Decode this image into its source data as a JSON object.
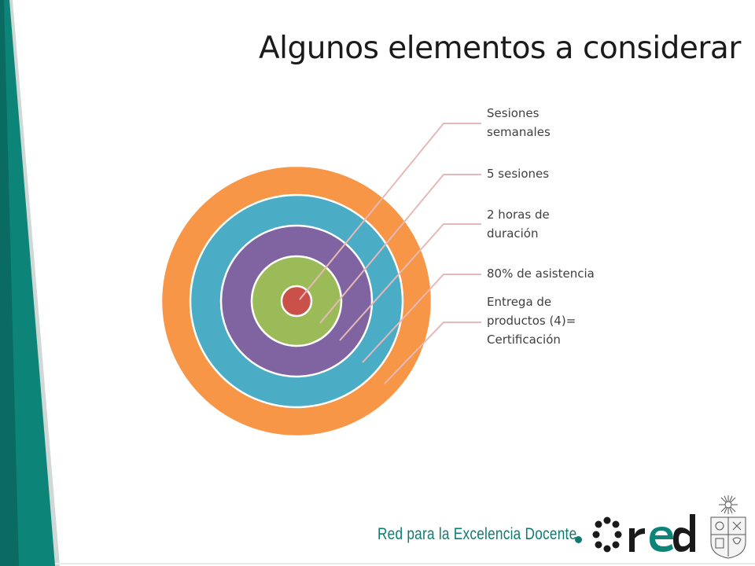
{
  "slide": {
    "title": "Algunos elementos a considerar"
  },
  "diagram": {
    "type": "nested-target",
    "rings": [
      {
        "label_lines": [
          "Sesiones",
          "semanales"
        ],
        "color": "#c9514a"
      },
      {
        "label_lines": [
          "5 sesiones"
        ],
        "color": "#9bbb59"
      },
      {
        "label_lines": [
          "2 horas de",
          "duración"
        ],
        "color": "#8064a2"
      },
      {
        "label_lines": [
          "80% de asistencia"
        ],
        "color": "#4bacc6"
      },
      {
        "label_lines": [
          "Entrega de",
          "productos (4)=",
          "Certificación"
        ],
        "color": "#f79646"
      }
    ],
    "leader_color": "#e6b9b8"
  },
  "footer": {
    "text": "Red para la Excelencia Docente",
    "logo_text": "red",
    "accent_color": "#0d7b72"
  },
  "theme": {
    "side_band_color": "#0d8478"
  }
}
